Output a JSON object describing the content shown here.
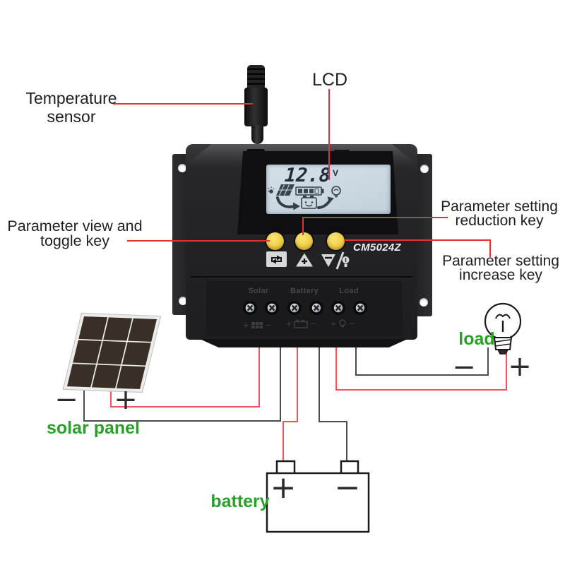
{
  "annotations": {
    "temperature_sensor": "Temperature sensor",
    "lcd": "LCD",
    "parameter_view": "Parameter view and toggle key",
    "parameter_reduction": "Parameter setting reduction key",
    "parameter_increase": "Parameter setting increase key"
  },
  "components": {
    "load_label": "load",
    "solar_panel_label": "solar panel",
    "battery_label": "battery"
  },
  "controller": {
    "model": "CM5024Z",
    "lcd": {
      "value": "12.8",
      "unit": "V",
      "icons": [
        "sun-solar-panel",
        "battery-level-gauge",
        "lamp",
        "charge-arrow",
        "battery-smiley",
        "discharge-arrow"
      ]
    },
    "buttons": [
      "view-toggle-loop",
      "triangle-plus",
      "triangle-minus-lamp"
    ],
    "terminal_labels": [
      "Solar",
      "Battery",
      "Load"
    ]
  },
  "signs": {
    "plus": "+",
    "minus": "−"
  },
  "colors": {
    "annotation_red": "#e23333",
    "wire_red": "#f8505e",
    "wire_black": "#4b4b4b",
    "label_green": "#2aa02a",
    "button_yellow": "#efcd46",
    "lcd_background": "#ccd8e1",
    "body_black": "#212125"
  }
}
